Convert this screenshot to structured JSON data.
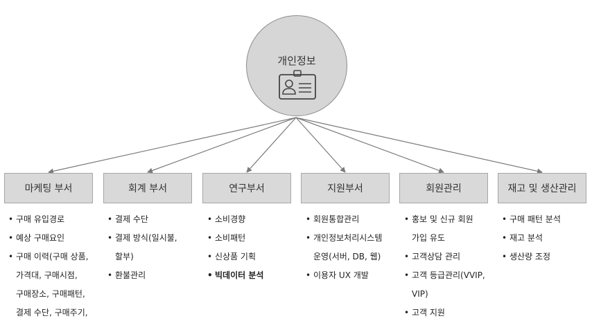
{
  "hub": {
    "title": "개인정보",
    "icon": "id-card-icon"
  },
  "departments": [
    {
      "key": "marketing",
      "label": "마케팅 부서",
      "items": [
        {
          "bullet": "•",
          "text": "구매 유입경로"
        },
        {
          "bullet": "•",
          "text": "예상 구매요인"
        },
        {
          "bullet": "•",
          "text": "구매 이력(구매 상품,"
        },
        {
          "bullet": "",
          "text": "가격대, 구매시점,"
        },
        {
          "bullet": "",
          "text": "구매장소, 구매패턴,"
        },
        {
          "bullet": "",
          "text": "결제 수단, 구매주기,"
        }
      ]
    },
    {
      "key": "accounting",
      "label": "회계 부서",
      "items": [
        {
          "bullet": "•",
          "text": "결제 수단"
        },
        {
          "bullet": "•",
          "text": "결제 방식(일시불,"
        },
        {
          "bullet": "",
          "text": "할부)"
        },
        {
          "bullet": "•",
          "text": "환불관리"
        }
      ]
    },
    {
      "key": "research",
      "label": "연구부서",
      "items": [
        {
          "bullet": "•",
          "text": "소비경향"
        },
        {
          "bullet": "•",
          "text": "소비패턴"
        },
        {
          "bullet": "•",
          "text": "신상품 기획"
        },
        {
          "bullet": "•",
          "text": "빅데이터 분석",
          "bold": true
        }
      ]
    },
    {
      "key": "support",
      "label": "지원부서",
      "items": [
        {
          "bullet": "•",
          "text": "회원통합관리"
        },
        {
          "bullet": "•",
          "text": "개인정보처리시스템"
        },
        {
          "bullet": "",
          "text": "운영(서버, DB, 웹)"
        },
        {
          "bullet": "•",
          "text": "이용자 UX  개발"
        }
      ]
    },
    {
      "key": "membership",
      "label": "회원관리",
      "items": [
        {
          "bullet": "•",
          "text": "홍보 및 신규 회원"
        },
        {
          "bullet": "",
          "text": "가입 유도"
        },
        {
          "bullet": "•",
          "text": "고객상담 관리"
        },
        {
          "bullet": "•",
          "text": "고객 등급관리(VVIP,"
        },
        {
          "bullet": "",
          "text": "VIP)"
        },
        {
          "bullet": "•",
          "text": "고객 지원"
        }
      ]
    },
    {
      "key": "inventory",
      "label": "재고 및 생산관리",
      "items": [
        {
          "bullet": "•",
          "text": "구매 패턴 분석"
        },
        {
          "bullet": "•",
          "text": "재고 분석"
        },
        {
          "bullet": "•",
          "text": "생산량 조정"
        }
      ]
    }
  ]
}
